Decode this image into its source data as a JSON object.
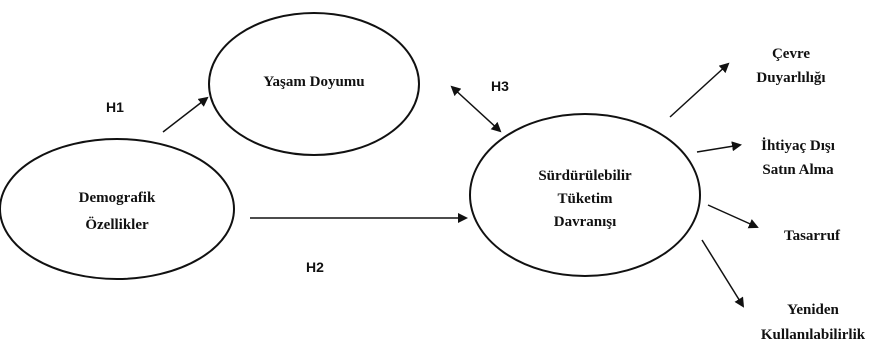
{
  "nodes": {
    "yasam": {
      "label": "Yaşam Doyumu"
    },
    "demografik": {
      "line1": "Demografik",
      "line2": "Özellikler"
    },
    "surdurulebilir": {
      "line1": "Sürdürülebilir",
      "line2": "Tüketim",
      "line3": "Davranışı"
    }
  },
  "outcomes": {
    "cevre": {
      "line1": "Çevre",
      "line2": "Duyarlılığı"
    },
    "ihtiyac": {
      "line1": "İhtiyaç Dışı",
      "line2": "Satın Alma"
    },
    "tasarruf": {
      "line1": "Tasarruf"
    },
    "yeniden": {
      "line1": "Yeniden",
      "line2": "Kullanılabilirlik"
    }
  },
  "hypotheses": {
    "h1": "H1",
    "h2": "H2",
    "h3": "H3"
  },
  "colors": {
    "stroke": "#111111",
    "background": "#ffffff"
  }
}
